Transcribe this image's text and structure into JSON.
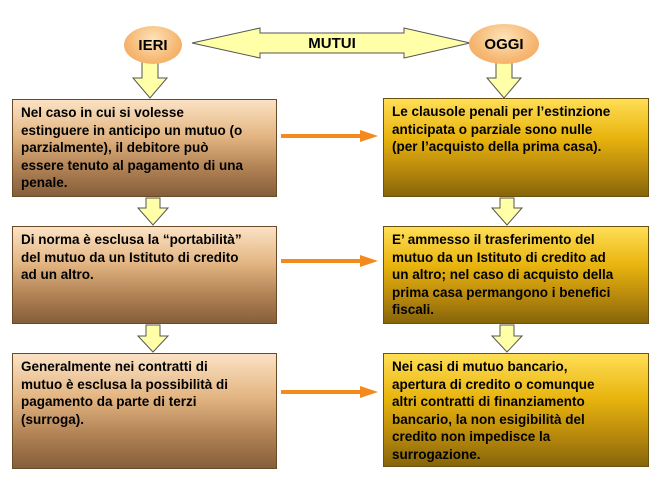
{
  "title": "MUTUI",
  "left_header": "IERI",
  "right_header": "OGGI",
  "rows": [
    {
      "ieri": "Nel caso in cui si volesse\nestinguere in anticipo un mutuo (o\nparzialmente), il debitore può\nessere tenuto al pagamento di una\npenale.",
      "oggi": "Le clausole penali per l’estinzione\nanticipata o parziale sono nulle\n(per l’acquisto della prima casa)."
    },
    {
      "ieri": "Di norma è esclusa la “portabilità”\ndel mutuo da un Istituto di credito\nad un altro.",
      "oggi": "E’ ammesso il trasferimento del\nmutuo da un Istituto di credito ad\nun altro; nel caso di acquisto della\nprima casa permangono i benefici\nfiscali."
    },
    {
      "ieri": "Generalmente nei contratti di\nmutuo è esclusa la possibilità di\npagamento da parte di terzi\n(surroga).",
      "oggi": "Nei casi di mutuo bancario,\napertura di credito o comunque\naltri contratti di finanziamento\nbancario, la non esigibilità del\ncredito non impedisce la\nsurrogazione."
    }
  ],
  "colors": {
    "oval_fill": "#f6b873",
    "header_box_fill": "#ffffa8",
    "down_arrow_fill": "#ffffa8",
    "side_arrow_fill": "#f28a1e",
    "left_box_top": "#fbe2c4",
    "left_box_bottom": "#855e3a",
    "right_box_top": "#ffde55",
    "right_box_bottom": "#86650a"
  }
}
